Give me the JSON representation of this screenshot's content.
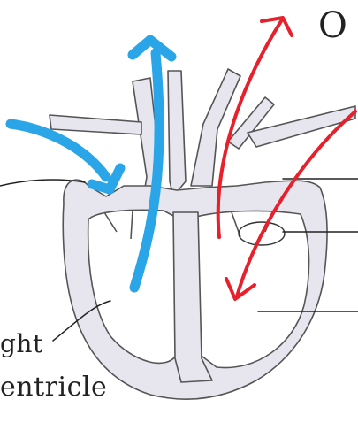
{
  "labels": {
    "right": "ght",
    "ventricle": "entricle",
    "corner": "O"
  },
  "colors": {
    "tissue_fill": "#e7e6ef",
    "outline": "#555555",
    "blood_deoxygenated": "#2aa6e8",
    "blood_oxygenated": "#e8202c",
    "ink": "#222222"
  }
}
